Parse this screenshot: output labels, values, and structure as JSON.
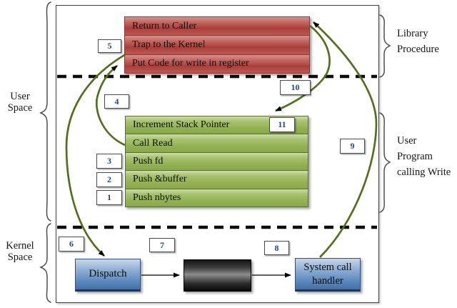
{
  "diagram": {
    "left_labels": {
      "user_space": [
        "User",
        "Space"
      ],
      "kernel_space": [
        "Kernel",
        "Space"
      ]
    },
    "right_labels": {
      "library_procedure": [
        "Library",
        "Procedure"
      ],
      "user_program": [
        "User",
        "Program",
        "calling Write"
      ]
    },
    "library_box_rows": [
      "Return to Caller",
      "Trap to the Kernel",
      "Put Code for write in register"
    ],
    "user_program_rows": [
      "Increment Stack Pointer",
      "Call Read",
      "Push fd",
      "Push &buffer",
      "Push nbytes"
    ],
    "kernel_boxes": {
      "dispatch": "Dispatch",
      "system_call_handler": "System call handler"
    },
    "step_numbers": [
      "1",
      "2",
      "3",
      "4",
      "5",
      "6",
      "7",
      "8",
      "9",
      "10",
      "11"
    ],
    "colors": {
      "library_box_red": "#b5504b",
      "user_program_green": "#9bbb59",
      "kernel_box_blue": "#4f81bd",
      "arrow_green": "#546e1f",
      "step_number_blue": "#1f497d",
      "divider_black": "#0d0d0d"
    }
  }
}
